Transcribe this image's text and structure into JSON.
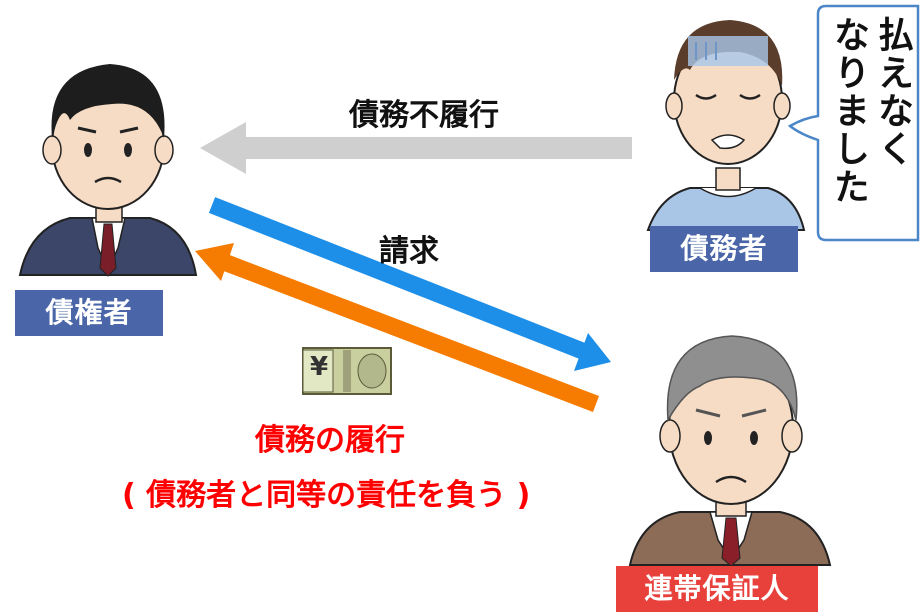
{
  "people": {
    "creditor_label": "債権者",
    "debtor_label": "債務者",
    "guarantor_label": "連帯保証人"
  },
  "arrows": {
    "default_label": "債務不履行",
    "claim_label": "請求",
    "performance_label": "債務の履行",
    "performance_note": "( 債務者と同等の責任を負う )"
  },
  "speech": {
    "line1": "払えなく",
    "line2": "なりました"
  },
  "money": {
    "yen_symbol": "¥"
  },
  "colors": {
    "label_blue": "#4a66a8",
    "label_red": "#e8413c",
    "arrow_gray": "#cfcfcf",
    "arrow_blue": "#1e8fe8",
    "arrow_orange": "#f57c00",
    "text_red": "#ff0000"
  }
}
